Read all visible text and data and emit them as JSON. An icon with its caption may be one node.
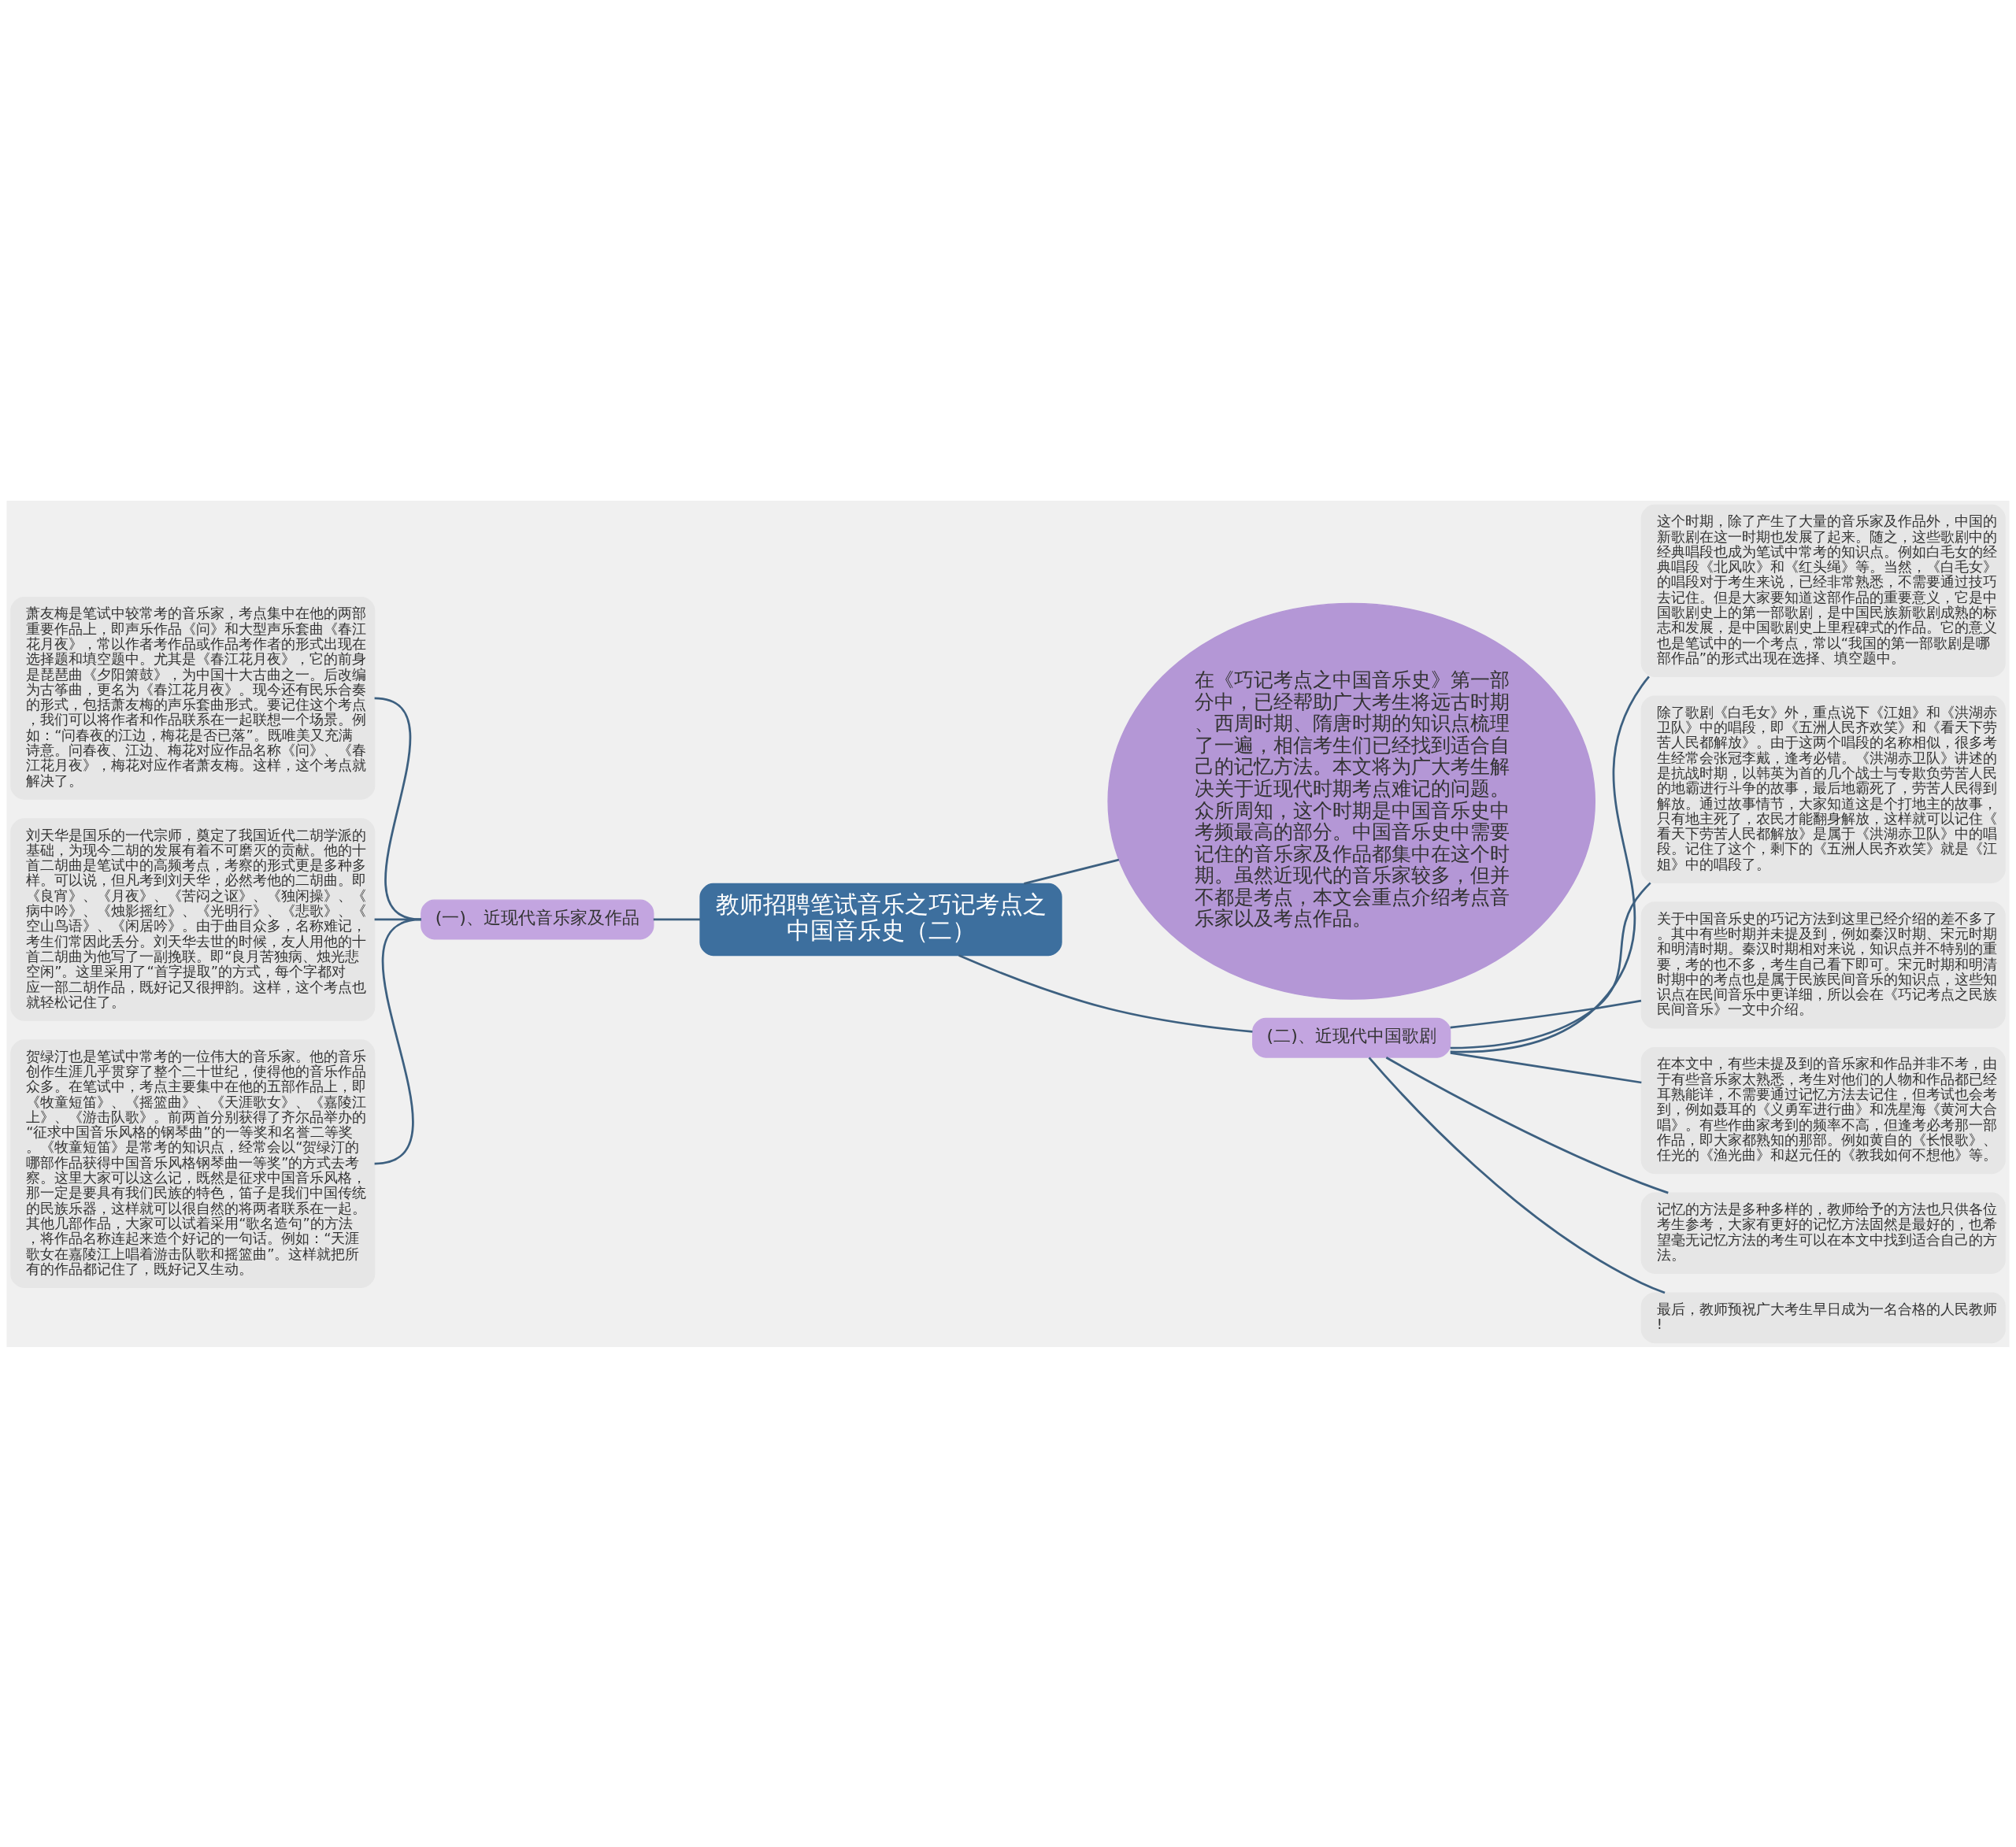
{
  "diagram": {
    "nodes": [
      {
        "text": [
          "教师招聘笔试音乐之巧记考点之中国音乐史（二）"
        ]
      },
      {
        "text": [
          "在《巧记考点之中国音乐史》第一部分中，已经帮助广大考生将远古时期、西周时期、隋唐时期的知识点梳理了一遍，相信考生们已经找到适合自己的记忆方法。本文将为广大考生解决关于近现代时期考点难记的问题。众所周知，这个时期是中国音乐史中考频最高的部分。中国音乐史中需要记住的音乐家及作品都集中在这个时期。虽然近现代的音乐家较多，但并不都是考点，本文会重点介绍考点音乐家以及考点作品。"
        ]
      },
      {
        "text": [
          "(一)、近现代音乐家及作品"
        ]
      },
      {
        "text": [
          "萧友梅是笔试中较常考的音乐家，考点集中在他的两部重要作品上，即声乐作品《问》和大型声乐套曲《春江花月夜》，常以作者考作品或作品考作者的形式出现在选择题和填空题中。尤其是《春江花月夜》，它的前身是琵琶曲《夕阳箫鼓》，为中国十大古曲之一。后改编为古筝曲，更名为《春江花月夜》。现今还有民乐合奏的形式，包括萧友梅的声乐套曲形式。要记住这个考点，我们可以将作者和作品联系在一起联想一个场景。例如：“问春夜的江边，梅花是否已落”。既唯美又充满诗意。问春夜、江边、梅花对应作品名称《问》、《春江花月夜》，梅花对应作者萧友梅。这样，这个考点就解决了。"
        ]
      },
      {
        "text": [
          "刘天华是国乐的一代宗师，奠定了我国近代二胡学派的基础，为现今二胡的发展有着不可磨灭的贡献。他的十首二胡曲是笔试中的高频考点，考察的形式更是多种多样。可以说，但凡考到刘天华，必然考他的二胡曲。即《良宵》、《月夜》、《苦闷之讴》、《独闲操》、《病中吟》、《烛影摇红》、《光明行》、《悲歌》、《空山鸟语》、《闲居吟》。由于曲目众多，名称难记，考生们常因此丢分。刘天华去世的时候，友人用他的十首二胡曲为他写了一副挽联。即“良月苦独病、烛光悲空闲”。这里采用了“首字提取”的方式，每个字都对应一部二胡作品，既好记又很押韵。这样，这个考点也就轻松记住了。"
        ]
      },
      {
        "text": [
          "贺绿汀也是笔试中常考的一位伟大的音乐家。他的音乐创作生涯几乎贯穿了整个二十世纪，使得他的音乐作品众多。在笔试中，考点主要集中在他的五部作品上，即《牧童短笛》、《摇篮曲》、《天涯歌女》、《嘉陵江上》、《游击队歌》。前两首分别获得了齐尔品举办的“征求中国音乐风格的钢琴曲”的一等奖和名誉二等奖。《牧童短笛》是常考的知识点，经常会以“贺绿汀的哪部作品获得中国音乐风格钢琴曲一等奖”的方式去考察。这里大家可以这么记，既然是征求中国音乐风格，那一定是要具有我们民族的特色，笛子是我们中国传统的民族乐器，这样就可以很自然的将两者联系在一起。其他几部作品，大家可以试着采用“歌名造句”的方法，将作品名称连起来造个好记的一句话。例如：“天涯歌女在嘉陵江上唱着游击队歌和摇篮曲”。这样就把所有的作品都记住了，既好记又生动。"
        ]
      },
      {
        "text": [
          "(二)、近现代中国歌剧"
        ]
      },
      {
        "text": [
          "这个时期，除了产生了大量的音乐家及作品外，中国的新歌剧在这一时期也发展了起来。随之，这些歌剧中的经典唱段也成为笔试中常考的知识点。例如白毛女的经典唱段《北风吹》和《红头绳》等。当然，《白毛女》的唱段对于考生来说，已经非常熟悉，不需要通过技巧去记住。但是大家要知道这部作品的重要意义，它是中国歌剧史上的第一部歌剧，是中国民族新歌剧成熟的标志和发展，是中国歌剧史上里程碑式的作品。它的意义也是笔试中的一个考点，常以“我国的第一部歌剧是哪部作品”的形式出现在选择、填空题中。"
        ]
      },
      {
        "text": [
          "除了歌剧《白毛女》外，重点说下《江姐》和《洪湖赤卫队》中的唱段，即《五洲人民齐欢笑》和《看天下劳苦人民都解放》。由于这两个唱段的名称相似，很多考生经常会张冠李戴，逢考必错。《洪湖赤卫队》讲述的是抗战时期，以韩英为首的几个战士与专欺负劳苦人民的地霸进行斗争的故事，最后地霸死了，劳苦人民得到解放。通过故事情节，大家知道这是个打地主的故事，只有地主死了，农民才能翻身解放，这样就可以记住《看天下劳苦人民都解放》是属于《洪湖赤卫队》中的唱段。记住了这个，剩下的《五洲人民齐欢笑》就是《江姐》中的唱段了。"
        ]
      },
      {
        "text": [
          "关于中国音乐史的巧记方法到这里已经介绍的差不多了。其中有些时期并未提及到，例如秦汉时期、宋元时期和明清时期。秦汉时期相对来说，知识点并不特别的重要，考的也不多，考生自己看下即可。宋元时期和明清时期中的考点也是属于民族民间音乐的知识点，这些知识点在民间音乐中更详细，所以会在《巧记考点之民族民间音乐》一文中介绍。"
        ]
      },
      {
        "text": [
          "在本文中，有些未提及到的音乐家和作品并非不考，由于有些音乐家太熟悉，考生对他们的人物和作品都已经耳熟能详，不需要通过记忆方法去记住，但考试也会考到，例如聂耳的《义勇军进行曲》和冼星海《黄河大合唱》。有些作曲家考到的频率不高，但逢考必考那一部作品，即大家都熟知的那部。例如黄自的《长恨歌》、任光的《渔光曲》和赵元任的《教我如何不想他》等。"
        ]
      },
      {
        "text": [
          "记忆的方法是多种多样的，教师给予的方法也只供各位考生参考，大家有更好的记忆方法固然是最好的，也希望毫无记忆方法的考生可以在本文中找到适合自己的方法。"
        ]
      },
      {
        "text": [
          "最后，教师预祝广大考生早日成为一名合格的人民教师!"
        ]
      }
    ],
    "edges": [
      {
        "from": 0,
        "to": 1,
        "arrow": "none"
      },
      {
        "from": 0,
        "to": 2,
        "arrow": "none"
      },
      {
        "from": 2,
        "to": 3,
        "arrow": "none"
      },
      {
        "from": 2,
        "to": 4,
        "arrow": "none"
      },
      {
        "from": 2,
        "to": 5,
        "arrow": "none"
      },
      {
        "from": 0,
        "to": 6,
        "arrow": "none"
      },
      {
        "from": 6,
        "to": 7,
        "arrow": "none"
      },
      {
        "from": 6,
        "to": 8,
        "arrow": "none"
      },
      {
        "from": 6,
        "to": 9,
        "arrow": "none"
      },
      {
        "from": 6,
        "to": 10,
        "arrow": "none"
      },
      {
        "from": 6,
        "to": 11,
        "arrow": "none"
      },
      {
        "from": 6,
        "to": 12,
        "arrow": "none"
      }
    ]
  }
}
